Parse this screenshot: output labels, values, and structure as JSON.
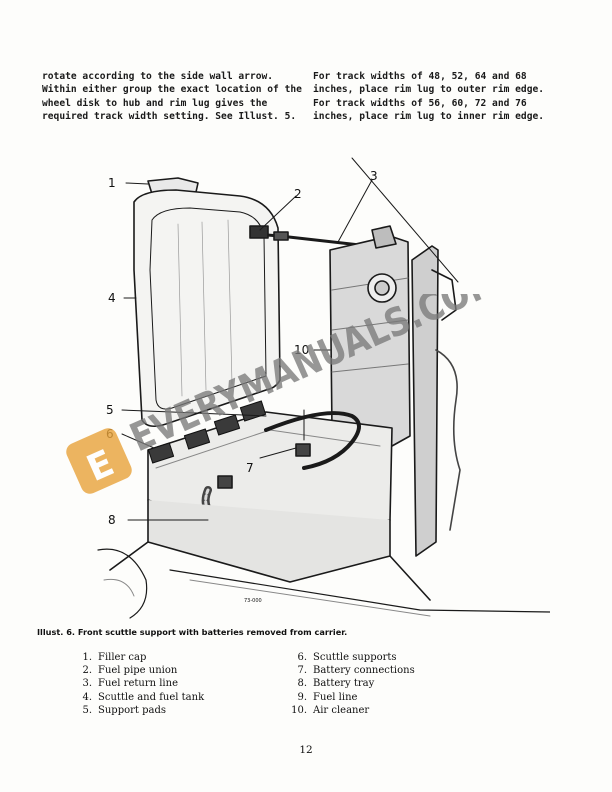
{
  "paragraphs": {
    "left": [
      "rotate according to the side wall arrow.",
      "Within either group the exact location of the",
      "wheel disk to hub and rim lug gives the",
      "required track width setting.  See Illust. 5."
    ],
    "right": [
      "For track widths of 48, 52, 64 and 68",
      "inches, place rim lug to outer rim edge.",
      "For track widths of 56, 60, 72 and 76",
      "inches, place rim lug to inner rim edge."
    ]
  },
  "figure": {
    "callouts": [
      "1",
      "2",
      "3",
      "4",
      "5",
      "6",
      "7",
      "8",
      "10"
    ],
    "plate_code": "73-000"
  },
  "caption": "Illust. 6.  Front scuttle support with batteries removed from carrier.",
  "legend": {
    "left": [
      {
        "num": "1.",
        "label": "Filler cap"
      },
      {
        "num": "2.",
        "label": "Fuel pipe union"
      },
      {
        "num": "3.",
        "label": "Fuel return line"
      },
      {
        "num": "4.",
        "label": "Scuttle and fuel tank"
      },
      {
        "num": "5.",
        "label": "Support pads"
      }
    ],
    "right": [
      {
        "num": "6.",
        "label": "Scuttle supports"
      },
      {
        "num": "7.",
        "label": "Battery connections"
      },
      {
        "num": "8.",
        "label": "Battery tray"
      },
      {
        "num": "9.",
        "label": "Fuel line"
      },
      {
        "num": "10.",
        "label": "Air cleaner"
      }
    ]
  },
  "watermark": {
    "text": "EVERYMANUALS.COM",
    "logo_letter": "E",
    "color": "#e8a33a"
  },
  "page_number": "12"
}
